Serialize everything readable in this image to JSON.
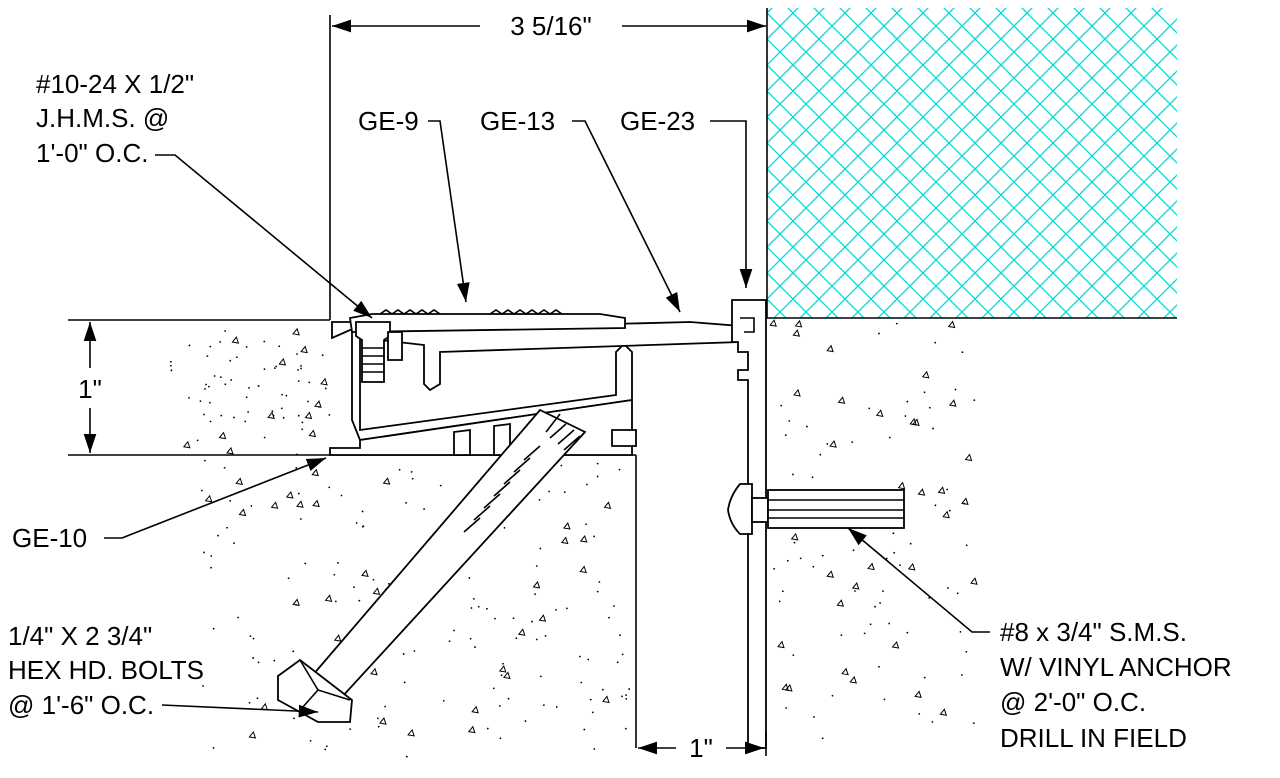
{
  "labels": {
    "overall_width": "3 5/16\"",
    "depth": "1\"",
    "gap": "1\"",
    "screw_line1": "#10-24 X 1/2\"",
    "screw_line2": "J.H.M.S. @",
    "screw_line3": "1'-0\" O.C.",
    "ge9": "GE-9",
    "ge13": "GE-13",
    "ge23": "GE-23",
    "ge10": "GE-10",
    "bolt_line1": "1/4\" X 2 3/4\"",
    "bolt_line2": "HEX HD. BOLTS",
    "bolt_line3": "@ 1'-6\" O.C.",
    "anchor_line1": "#8 x 3/4\" S.M.S.",
    "anchor_line2": "W/ VINYL ANCHOR",
    "anchor_line3": "@ 2'-0\" O.C.",
    "anchor_line4": "DRILL IN FIELD"
  },
  "colors": {
    "line": "#000000",
    "wall_hatch": "#00d8d8",
    "background": "#ffffff"
  }
}
